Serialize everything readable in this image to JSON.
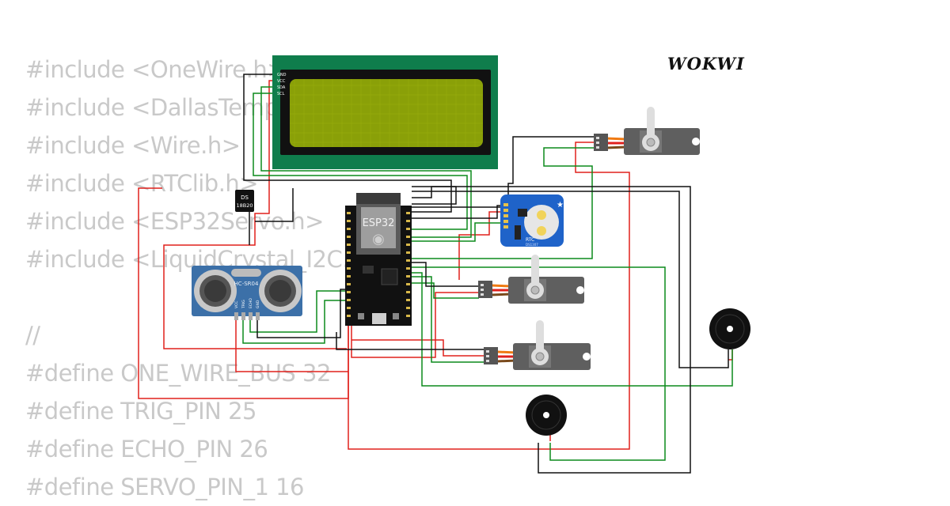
{
  "code_lines": [
    "#include <OneWire.h>",
    "#include <DallasTemperature.h>",
    "#include <Wire.h>",
    "#include <RTClib.h>",
    "#include <ESP32Servo.h>",
    "#include <LiquidCrystal_I2C.h>",
    "",
    "//",
    "#define ONE_WIRE_BUS 32",
    "#define TRIG_PIN 25",
    "#define ECHO_PIN 26",
    "#define SERVO_PIN_1 16"
  ],
  "brand": "WOKWI",
  "components": {
    "lcd": {
      "pins": [
        "GND",
        "VCC",
        "SDA",
        "SCL"
      ],
      "color": "#0f7d4c"
    },
    "esp32": {
      "label": "ESP32"
    },
    "ds18b20": {
      "line1": "DS",
      "line2": "18B20"
    },
    "hcsr04": {
      "label": "HC-SR04",
      "pins": [
        "VCC",
        "TRIG",
        "ECHO",
        "GND"
      ]
    },
    "rtc": {
      "label": "RTC",
      "part": "DS1307"
    }
  },
  "wire_colors": {
    "red": "#e0201c",
    "green": "#0b8a1c",
    "black": "#111111",
    "orange": "#f07a12"
  }
}
